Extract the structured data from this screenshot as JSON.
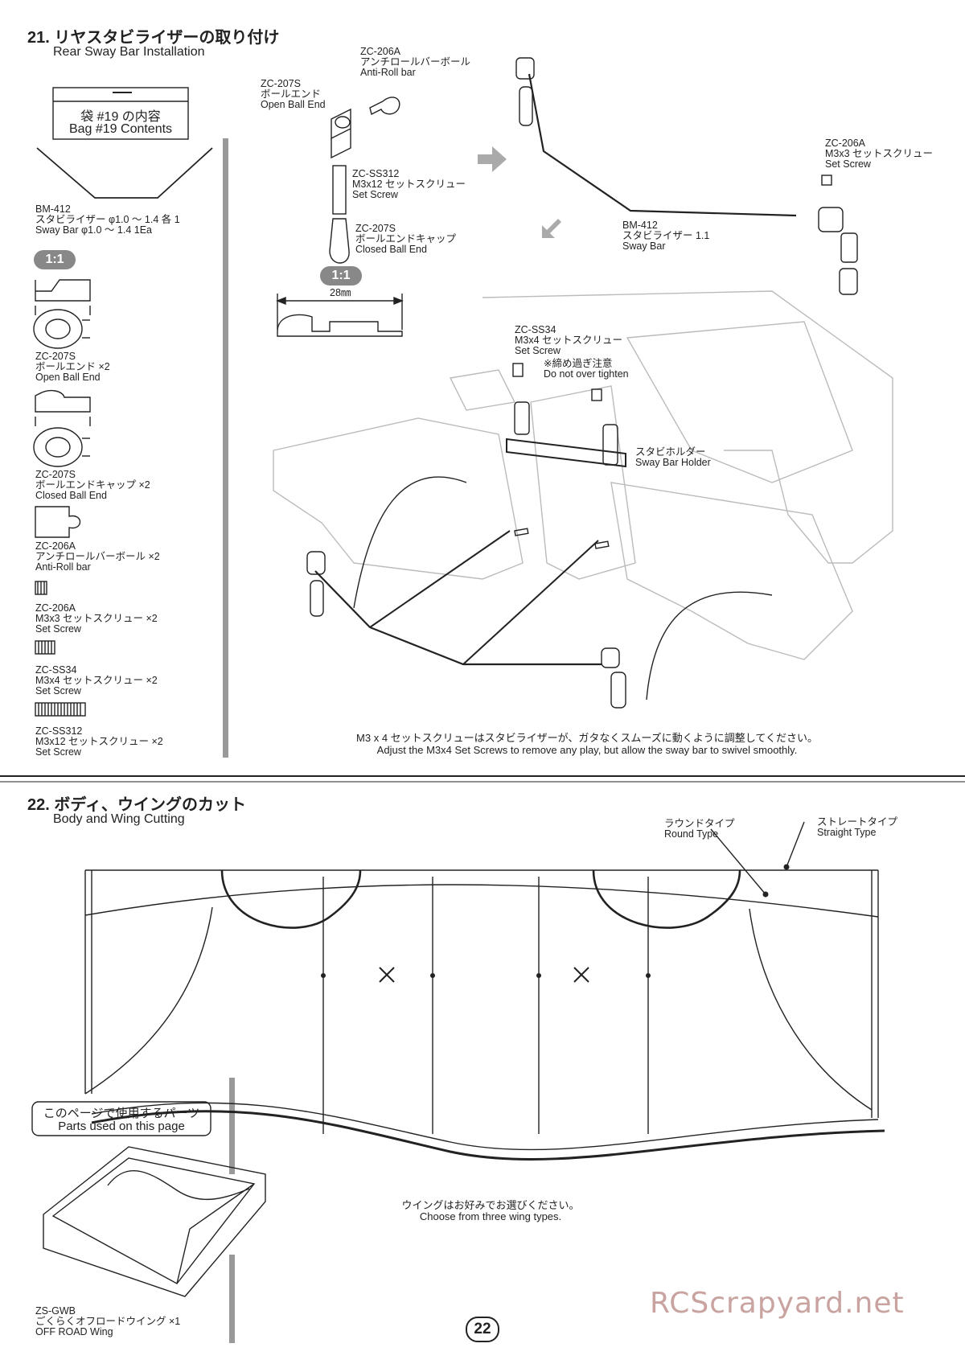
{
  "section21": {
    "title_jp": "21. リヤスタビライザーの取り付け",
    "title_en": "Rear Sway Bar Installation",
    "bag_jp": "袋 #19 の内容",
    "bag_en": "Bag #19 Contents",
    "scale": "1:1",
    "parts": [
      {
        "code": "BM-412",
        "jp": "スタビライザー φ1.0 ～ 1.4 各 1",
        "en": "Sway Bar φ1.0 ～ 1.4 1Ea"
      },
      {
        "code": "ZC-207S",
        "jp": "ボールエンド ×2",
        "en": "Open Ball End"
      },
      {
        "code": "ZC-207S",
        "jp": "ボールエンドキャップ ×2",
        "en": "Closed Ball End"
      },
      {
        "code": "ZC-206A",
        "jp": "アンチロールバーボール ×2",
        "en": "Anti-Roll bar"
      },
      {
        "code": "ZC-206A",
        "jp": "M3x3 セットスクリュー ×2",
        "en": "Set Screw"
      },
      {
        "code": "ZC-SS34",
        "jp": "M3x4 セットスクリュー ×2",
        "en": "Set Screw"
      },
      {
        "code": "ZC-SS312",
        "jp": "M3x12 セットスクリュー ×2",
        "en": "Set Screw"
      }
    ],
    "callouts": {
      "zc206a_ball": {
        "code": "ZC-206A",
        "jp": "アンチロールバーボール",
        "en": "Anti-Roll bar"
      },
      "zc207s_open": {
        "code": "ZC-207S",
        "jp": "ボールエンド",
        "en": "Open Ball End"
      },
      "zcss312": {
        "code": "ZC-SS312",
        "jp": "M3x12 セットスクリュー",
        "en": "Set Screw"
      },
      "zc207s_closed": {
        "code": "ZC-207S",
        "jp": "ボールエンドキャップ",
        "en": "Closed Ball End"
      },
      "zc206a_screw": {
        "code": "ZC-206A",
        "jp": "M3x3 セットスクリュー",
        "en": "Set Screw"
      },
      "bm412": {
        "code": "BM-412",
        "jp": "スタビライザー 1.1",
        "en": "Sway Bar"
      },
      "zcss34": {
        "code": "ZC-SS34",
        "jp": "M3x4 セットスクリュー",
        "en": "Set Screw",
        "warn_jp": "※締め過ぎ注意",
        "warn_en": "Do not over tighten"
      },
      "holder": {
        "jp": "スタビホルダー",
        "en": "Sway Bar Holder"
      }
    },
    "dimension": "28㎜",
    "note_jp": "M3 x 4 セットスクリューはスタビライザーが、ガタなくスムーズに動くように調整してください。",
    "note_en": "Adjust the M3x4 Set Screws to remove any play, but allow the sway bar to swivel smoothly."
  },
  "section22": {
    "title_jp": "22. ボディ、ウイングのカット",
    "title_en": "Body and Wing Cutting",
    "round_jp": "ラウンドタイプ",
    "round_en": "Round Type",
    "straight_jp": "ストレートタイプ",
    "straight_en": "Straight Type",
    "parts_used_jp": "このページで使用するパーツ",
    "parts_used_en": "Parts used on this page",
    "wing_code": "ZS-GWB",
    "wing_jp": "ごくらくオフロードウイング ×1",
    "wing_en": "OFF ROAD Wing",
    "note_jp": "ウイングはお好みでお選びください。",
    "note_en": "Choose from three wing types."
  },
  "page_number": "22",
  "watermark": "RCScrapyard.net"
}
